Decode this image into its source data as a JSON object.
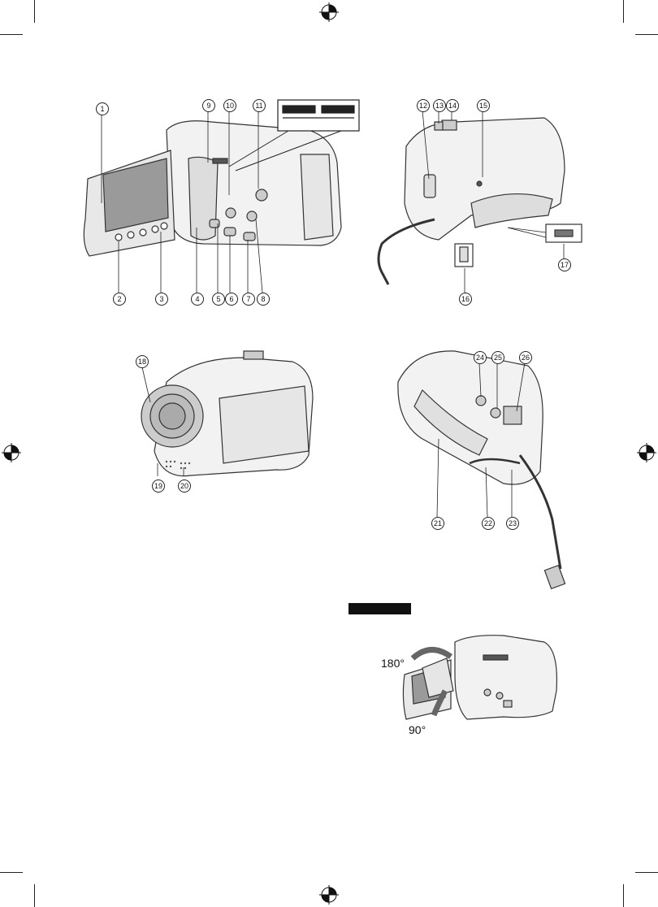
{
  "figures": {
    "fig_lcd_open": {
      "callouts": [
        "1",
        "2",
        "3",
        "4",
        "5",
        "6",
        "7",
        "8",
        "9",
        "10",
        "11"
      ]
    },
    "fig_side": {
      "callouts": [
        "12",
        "13",
        "14",
        "15",
        "16",
        "17"
      ]
    },
    "fig_front": {
      "callouts": [
        "18",
        "19",
        "20"
      ]
    },
    "fig_bottom": {
      "callouts": [
        "21",
        "22",
        "23",
        "24",
        "25",
        "26"
      ]
    },
    "fig_rotate": {
      "angle_top": "180°",
      "angle_bottom": "90°"
    }
  }
}
